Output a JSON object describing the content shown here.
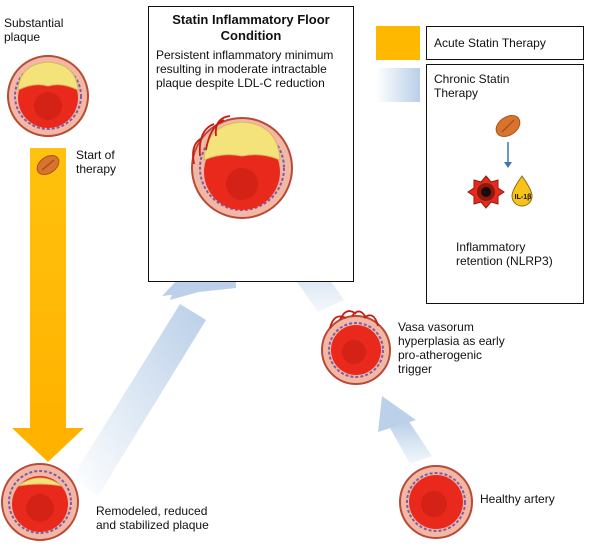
{
  "labels": {
    "substantial_plaque": "Substantial\nplaque",
    "start_of_therapy": "Start of\ntherapy",
    "remodeled": "Remodeled, reduced\nand stabilized plaque",
    "healthy_artery": "Healthy artery",
    "vasa_vasorum": "Vasa vasorum\nhyperplasia as early\npro-atherogenic\ntrigger"
  },
  "center_box": {
    "title": "Statin Inflammatory Floor\nCondition",
    "description": "Persistent inflammatory minimum\nresulting in moderate intractable\nplaque despite LDL-C reduction"
  },
  "legend": {
    "acute": "Acute Statin Therapy",
    "chronic": "Chronic Statin\nTherapy",
    "inflammatory_retention": "Inflammatory\nretention (NLRP3)",
    "il1b": "IL-1β"
  },
  "colors": {
    "acute_arrow": "#FFB800",
    "chronic_arrow": "#C7D8EC",
    "vessel_wall": "#F2B8A4",
    "lumen": "#E8291C",
    "plaque": "#F4E27A",
    "tablet": "#D9742E",
    "nlrp3": "#E8291C",
    "il1b_drop": "#F7C21A"
  }
}
